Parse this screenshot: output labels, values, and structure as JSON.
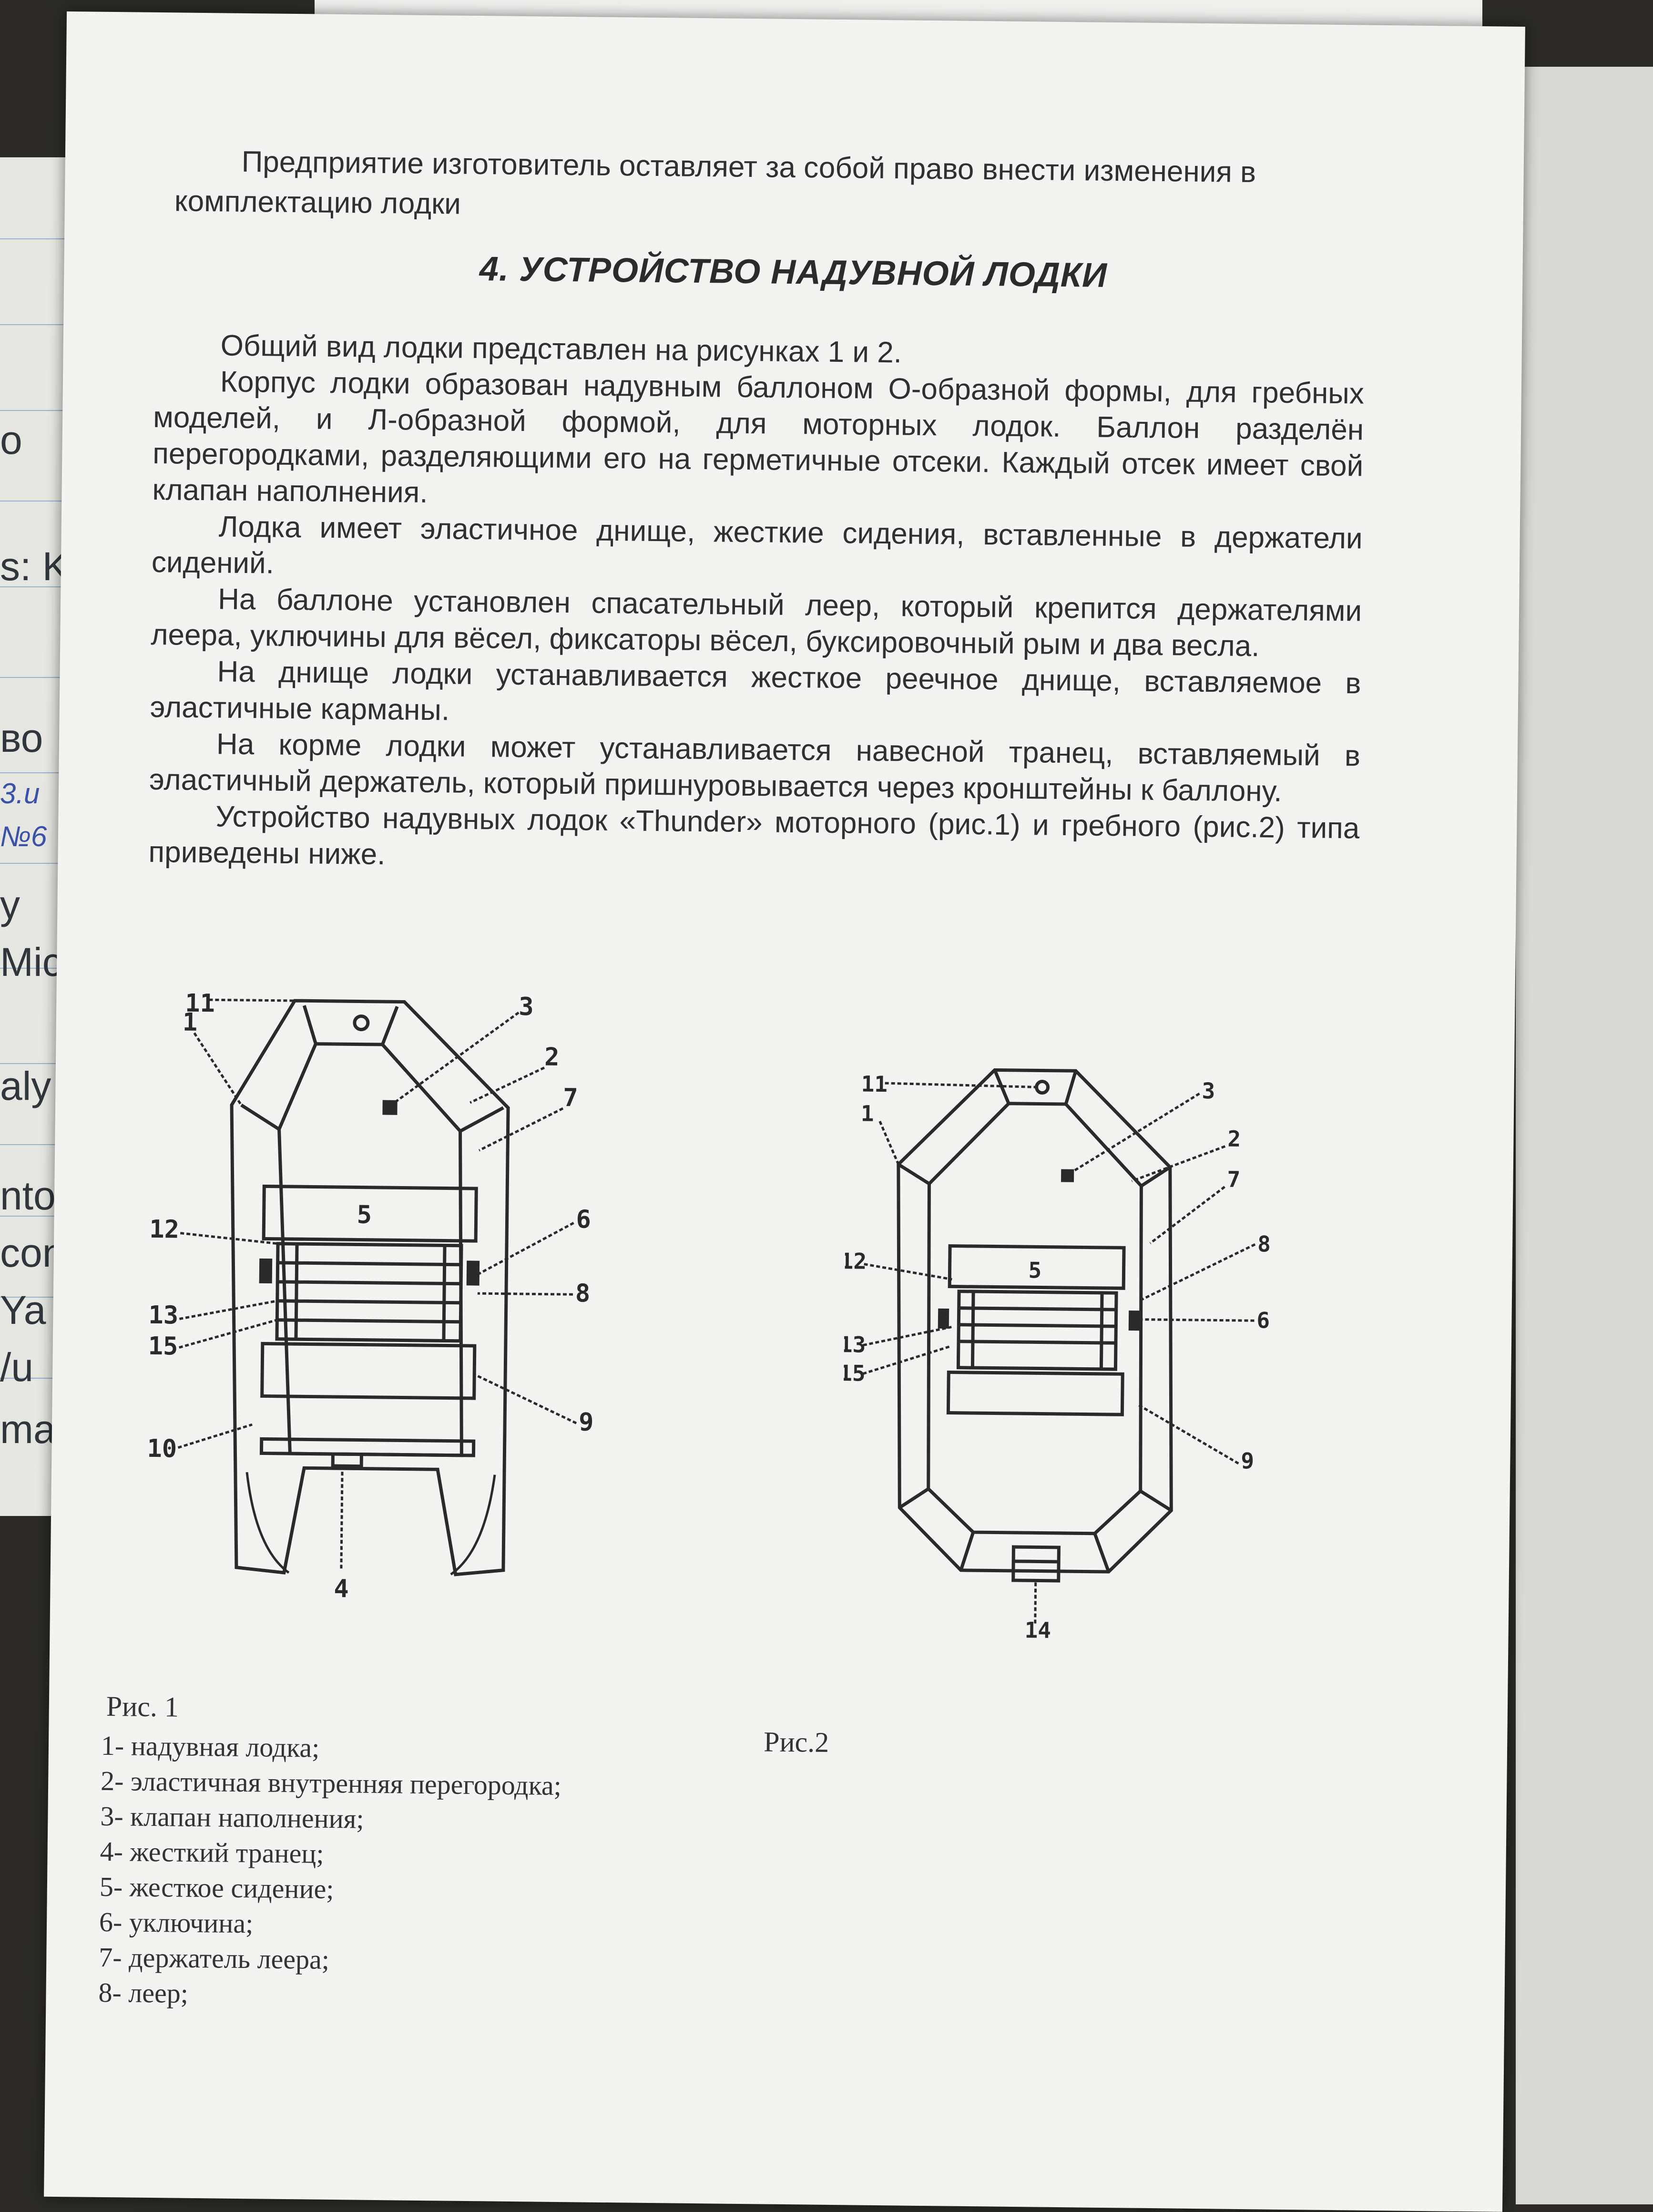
{
  "document": {
    "intro": "Предприятие изготовитель оставляет за собой право внести изменения в комплектацию лодки",
    "heading": "4. УСТРОЙСТВО НАДУВНОЙ ЛОДКИ",
    "paragraphs": [
      "Общий вид лодки представлен на рисунках 1 и 2.",
      "Корпус лодки образован надувным баллоном О-образной формы, для гребных моделей, и Л-образной формой, для моторных лодок. Баллон разделён перегородками, разделяющими его на герметичные отсеки. Каждый отсек имеет свой клапан наполнения.",
      "Лодка имеет эластичное днище, жесткие сидения, вставленные в держатели сидений.",
      "На баллоне установлен спасательный леер, который крепится держателями леера, уключины для вёсел, фиксаторы вёсел, буксировочный рым и два весла.",
      "На днище лодки устанавливается жесткое реечное днище, вставляемое в эластичные карманы.",
      "На корме лодки может устанавливается навесной транец, вставляемый в эластичный держатель, который пришнуровывается через кронштейны к баллону.",
      "Устройство надувных лодок «Thunder» моторного (рис.1) и гребного (рис.2) типа приведены ниже."
    ]
  },
  "figure1": {
    "caption": "Рис. 1",
    "callouts": [
      "11",
      "3",
      "2",
      "7",
      "1",
      "5",
      "12",
      "6",
      "8",
      "13",
      "15",
      "9",
      "10",
      "4"
    ]
  },
  "figure2": {
    "caption": "Рис.2",
    "callouts": [
      "11",
      "3",
      "2",
      "7",
      "1",
      "8",
      "5",
      "12",
      "6",
      "13",
      "15",
      "9",
      "14"
    ]
  },
  "legend": [
    "1- надувная лодка;",
    "2- эластичная внутренняя перегородка;",
    "3- клапан наполнения;",
    "4- жесткий транец;",
    "5- жесткое сидение;",
    "6- уключина;",
    "7- держатель леера;",
    "8- леер;"
  ],
  "background_fragments": [
    "o",
    "s: Kr",
    "во",
    "3.и",
    "№6",
    "y",
    "Mic",
    "aly",
    "nto",
    "con",
    "Ya",
    "/u",
    "ma"
  ]
}
